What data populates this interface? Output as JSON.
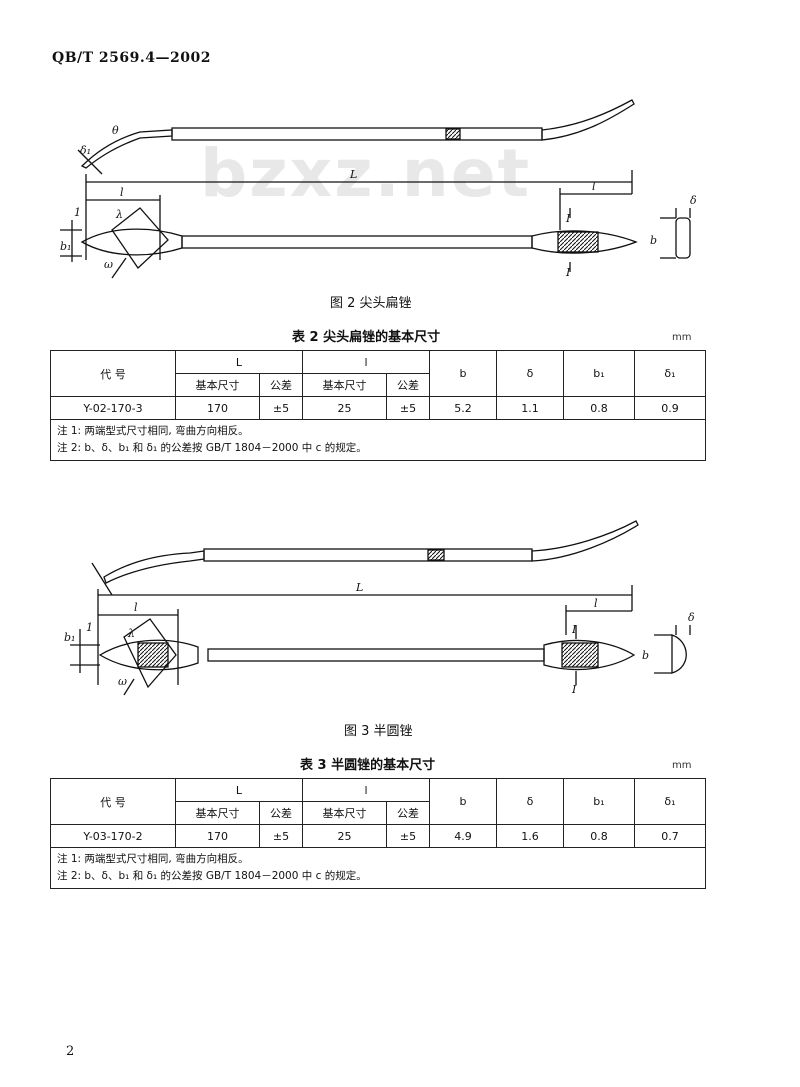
{
  "header": {
    "standard_code": "QB/T 2569.4—2002"
  },
  "watermark": "bzxz.net",
  "figure2": {
    "caption": "图 2  尖头扁锉",
    "labels": {
      "L": "L",
      "l_left": "l",
      "l_right": "l",
      "theta": "θ",
      "b1": "b₁",
      "delta1": "δ₁",
      "lambda": "λ",
      "omega": "ω",
      "one": "1",
      "section": "I",
      "b": "b",
      "delta": "δ"
    }
  },
  "table2": {
    "title": "表 2  尖头扁锉的基本尺寸",
    "unit": "mm",
    "headers": {
      "code": "代    号",
      "L": "L",
      "l": "l",
      "basic": "基本尺寸",
      "tol": "公差",
      "b": "b",
      "delta": "δ",
      "b1": "b₁",
      "delta1": "δ₁"
    },
    "row": {
      "code": "Y-02-170-3",
      "L_basic": "170",
      "L_tol": "±5",
      "l_basic": "25",
      "l_tol": "±5",
      "b": "5.2",
      "delta": "1.1",
      "b1": "0.8",
      "delta1": "0.9"
    },
    "notes": [
      "注 1: 两端型式尺寸相同, 弯曲方向相反。",
      "注 2: b、δ、b₁ 和 δ₁ 的公差按 GB/T 1804－2000 中 c 的规定。"
    ]
  },
  "figure3": {
    "caption": "图 3  半圆锉",
    "labels": {
      "L": "L",
      "l_left": "l",
      "l_right": "l",
      "b1": "b₁",
      "one": "1",
      "lambda": "λ",
      "omega": "ω",
      "section": "I",
      "b": "b",
      "delta": "δ"
    }
  },
  "table3": {
    "title": "表 3  半圆锉的基本尺寸",
    "unit": "mm",
    "headers": {
      "code": "代    号",
      "L": "L",
      "l": "l",
      "basic": "基本尺寸",
      "tol": "公差",
      "b": "b",
      "delta": "δ",
      "b1": "b₁",
      "delta1": "δ₁"
    },
    "row": {
      "code": "Y-03-170-2",
      "L_basic": "170",
      "L_tol": "±5",
      "l_basic": "25",
      "l_tol": "±5",
      "b": "4.9",
      "delta": "1.6",
      "b1": "0.8",
      "delta1": "0.7"
    },
    "notes": [
      "注 1: 两端型式尺寸相同, 弯曲方向相反。",
      "注 2: b、δ、b₁ 和 δ₁ 的公差按 GB/T 1804－2000 中 c 的规定。"
    ]
  },
  "page_number": "2"
}
